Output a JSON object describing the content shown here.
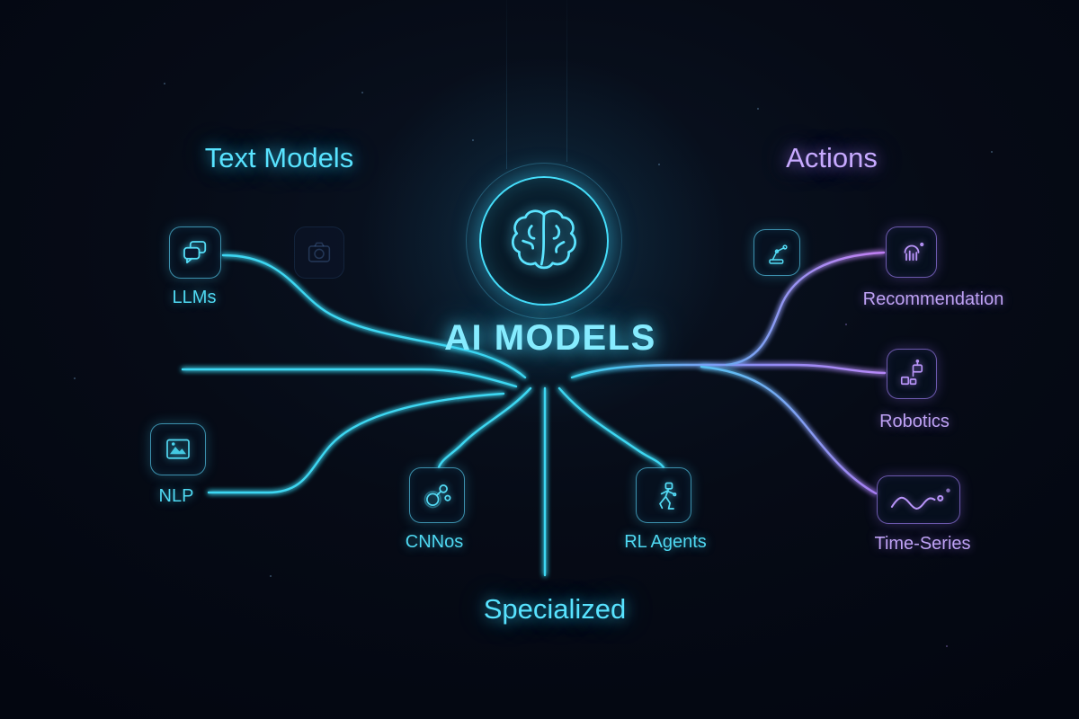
{
  "center": {
    "title": "AI MODELS"
  },
  "groups": {
    "text_models": "Text Models",
    "actions": "Actions",
    "specialized": "Specialized"
  },
  "nodes": {
    "llms": {
      "label": "LLMs"
    },
    "nlp": {
      "label": "NLP"
    },
    "cnnos": {
      "label": "CNNos"
    },
    "rl_agents": {
      "label": "RL Agents"
    },
    "recommendation": {
      "label": "Recommendation"
    },
    "robotics": {
      "label": "Robotics"
    },
    "time_series": {
      "label": "Time-Series"
    }
  },
  "icons": {
    "center": "brain-icon",
    "llms": "chat-bubbles-icon",
    "ghost": "camera-icon",
    "nlp": "image-icon",
    "cnnos": "molecule-icon",
    "rl_agents": "walking-robot-icon",
    "actions_arm": "robot-arm-icon",
    "recommendation": "ranking-gauge-icon",
    "robotics": "robot-blocks-icon",
    "time_series": "waveform-icon"
  },
  "colors": {
    "cyan": "#3fd7f2",
    "purple": "#b894f8",
    "background": "#04070f"
  }
}
